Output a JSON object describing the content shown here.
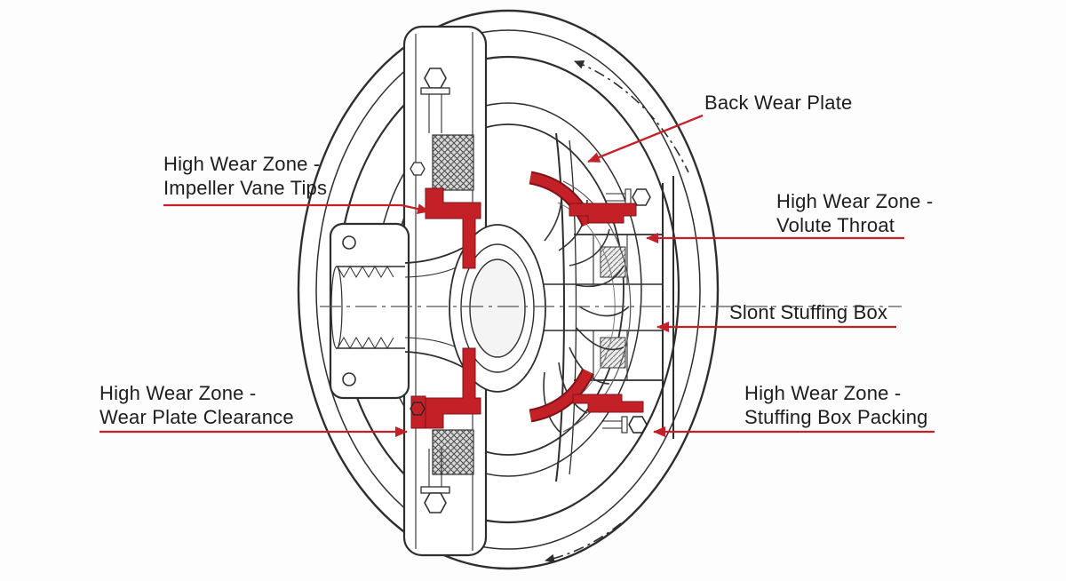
{
  "diagram": {
    "subject": "centrifugal pump cross-section wear zones",
    "labels": {
      "back_wear_plate": "Back Wear Plate",
      "impeller_vane_tips": "High Wear Zone -\nImpeller Vane Tips",
      "volute_throat": "High Wear Zone -\nVolute Throat",
      "slont_stuffing_box": "Slont Stuffing Box",
      "wear_plate_clearance": "High Wear Zone -\nWear Plate Clearance",
      "stuffing_box_packing": "High Wear Zone -\nStuffing Box Packing"
    },
    "colors": {
      "annotation_red": "#c32127",
      "highlight_red": "#c32127",
      "highlight_outline": "#7e1418",
      "drawing_line": "#2e2e2e",
      "label_text": "#1d1d1d",
      "background": "#ffffff"
    }
  }
}
